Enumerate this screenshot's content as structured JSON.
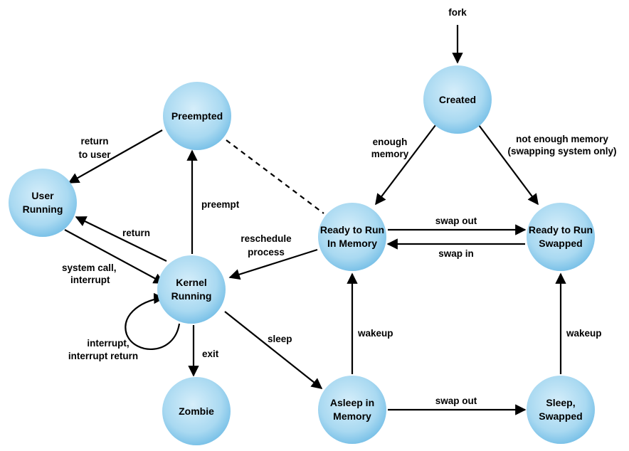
{
  "states": {
    "created": {
      "line1": "Created",
      "line2": ""
    },
    "preempted": {
      "line1": "Preempted",
      "line2": ""
    },
    "user_running": {
      "line1": "User",
      "line2": "Running"
    },
    "kernel_running": {
      "line1": "Kernel",
      "line2": "Running"
    },
    "ready_mem": {
      "line1": "Ready to Run",
      "line2": "In Memory"
    },
    "ready_swapped": {
      "line1": "Ready to Run",
      "line2": "Swapped"
    },
    "zombie": {
      "line1": "Zombie",
      "line2": ""
    },
    "asleep_mem": {
      "line1": "Asleep in",
      "line2": "Memory"
    },
    "sleep_swapped": {
      "line1": "Sleep,",
      "line2": "Swapped"
    }
  },
  "transitions": {
    "fork": "fork",
    "enough_memory": [
      "enough",
      "memory"
    ],
    "not_enough_memory": [
      "not enough memory",
      "(swapping system only)"
    ],
    "return_to_user": [
      "return",
      "to user"
    ],
    "preempt": "preempt",
    "return": "return",
    "reschedule": [
      "reschedule",
      "process"
    ],
    "system_call": [
      "system call,",
      "interrupt"
    ],
    "interrupt_return": [
      "interrupt,",
      "interrupt return"
    ],
    "exit": "exit",
    "sleep": "sleep",
    "wakeup_mem": "wakeup",
    "wakeup_swapped": "wakeup",
    "swap_out_top": "swap out",
    "swap_in": "swap in",
    "swap_out_bottom": "swap out"
  },
  "colors": {
    "node_fill": "#a9d9f1",
    "node_edge": "#7cc2e8",
    "line": "#000000"
  }
}
